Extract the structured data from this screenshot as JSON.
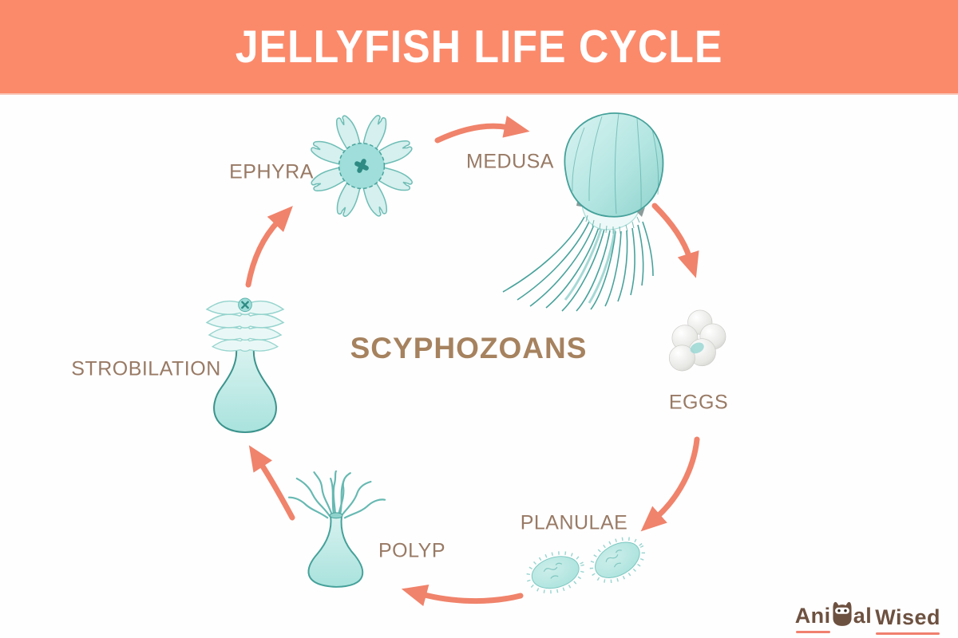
{
  "header": {
    "title": "JELLYFISH LIFE CYCLE"
  },
  "diagram": {
    "center_label": "SCYPHOZOANS",
    "stages": [
      {
        "id": "ephyra",
        "label": "EPHYRA"
      },
      {
        "id": "medusa",
        "label": "MEDUSA"
      },
      {
        "id": "eggs",
        "label": "EGGS"
      },
      {
        "id": "planulae",
        "label": "PLANULAE"
      },
      {
        "id": "polyp",
        "label": "POLYP"
      },
      {
        "id": "strobilation",
        "label": "STROBILATION"
      }
    ],
    "arrows": [
      {
        "from": "ephyra",
        "to": "medusa"
      },
      {
        "from": "medusa",
        "to": "eggs"
      },
      {
        "from": "eggs",
        "to": "planulae"
      },
      {
        "from": "planulae",
        "to": "polyp"
      },
      {
        "from": "polyp",
        "to": "strobilation"
      },
      {
        "from": "strobilation",
        "to": "ephyra"
      }
    ]
  },
  "logo": {
    "text_before": "Ani",
    "text_mid": "al",
    "text_after": "Wised",
    "icon": "cat-icon"
  },
  "colors": {
    "header_bg": "#FB8A6B",
    "header_text": "#FFFFFF",
    "arrow": "#F0836B",
    "label_text": "#987A65",
    "center_text": "#A6825F",
    "illustration_teal": "#A8E2DD",
    "illustration_teal_light": "#D5F0EE",
    "illustration_outline": "#45A19A",
    "logo_brown": "#6D5140",
    "logo_accent": "#F0806E",
    "background": "#FFFEFE"
  }
}
